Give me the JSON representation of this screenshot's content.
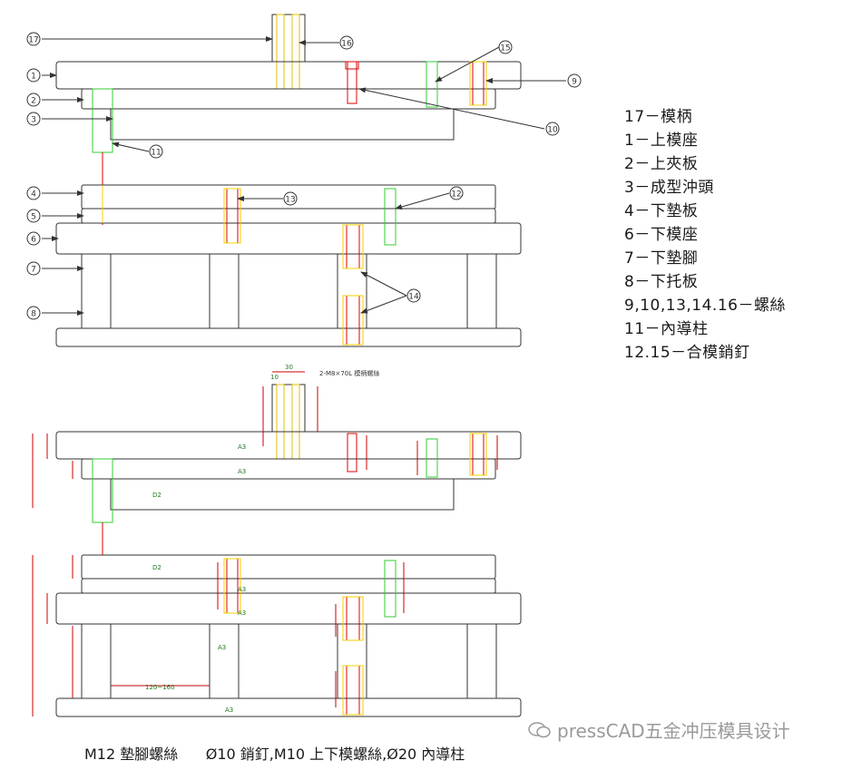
{
  "callouts": {
    "c1": "1",
    "c2": "2",
    "c3": "3",
    "c4": "4",
    "c5": "5",
    "c6": "6",
    "c7": "7",
    "c8": "8",
    "c9": "9",
    "c10": "10",
    "c11": "11",
    "c12": "12",
    "c13": "13",
    "c14": "14",
    "c15": "15",
    "c16": "16",
    "c17": "17"
  },
  "legend": [
    "17－模柄",
    "1－上模座",
    "2－上夾板",
    "3－成型沖頭",
    "4－下墊板",
    "6－下模座",
    "7－下墊腳",
    "8－下托板",
    "9,10,13,14.16－螺絲",
    "11－內導柱",
    "12.15－合模銷釘"
  ],
  "dimension_labels": {
    "top_note": "2-M8×70L 模柄螺絲",
    "w30": "30",
    "d10": "10",
    "a3_1": "A3",
    "a3_2": "A3",
    "a3_3": "A3",
    "a3_4": "A3",
    "a3_5": "A3",
    "a3_6": "A3",
    "d2_1": "D2",
    "d2_2": "D2",
    "range": "120~160"
  },
  "footer": "M12 墊腳螺絲      Ø10 銷釘,M10 上下模螺絲,Ø20 內導柱",
  "watermark": "pressCAD五金冲压模具设计",
  "colors": {
    "line": "#333333",
    "red": "#e00000",
    "yellow": "#f0d000",
    "green": "#33cc33",
    "dim": "#cc0000"
  }
}
